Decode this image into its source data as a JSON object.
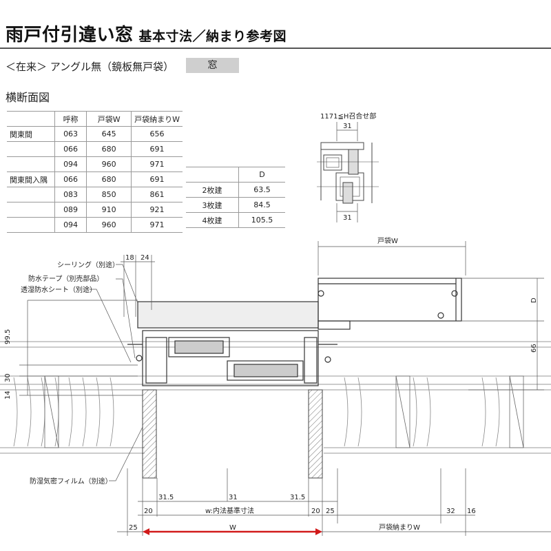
{
  "title": {
    "main": "雨戸付引違い窓",
    "sub": "基本寸法／納まり参考図"
  },
  "type_line": "＜在来＞ アングル無（鏡板無戸袋）",
  "badge": "窓",
  "section_title": "横断面図",
  "size_table": {
    "headers": [
      "",
      "呼称",
      "戸袋W",
      "戸袋納まりW"
    ],
    "groups": [
      {
        "name": "関東間",
        "rows": [
          [
            "063",
            "645",
            "656"
          ],
          [
            "066",
            "680",
            "691"
          ],
          [
            "094",
            "960",
            "971"
          ]
        ]
      },
      {
        "name": "関東間入隅",
        "rows": [
          [
            "066",
            "680",
            "691"
          ],
          [
            "083",
            "850",
            "861"
          ],
          [
            "089",
            "910",
            "921"
          ],
          [
            "094",
            "960",
            "971"
          ]
        ]
      }
    ]
  },
  "d_table": {
    "header": "D",
    "rows": [
      [
        "2枚建",
        "63.5"
      ],
      [
        "3枚建",
        "84.5"
      ],
      [
        "4枚建",
        "105.5"
      ]
    ]
  },
  "inset": {
    "caption": "1171≦H召合せ部",
    "top_dim": "31",
    "bottom_dim": "31"
  },
  "callouts": [
    "シーリング（別途）",
    "防水テープ（別売部品）",
    "透湿防水シート（別途）",
    "防湿気密フィルム（別途）"
  ],
  "dims": {
    "top_left": [
      "18",
      "24"
    ],
    "left_vertical": [
      "99.5",
      "30",
      "14"
    ],
    "right_vertical": [
      "D",
      "66"
    ],
    "top_right": "戸袋W",
    "bottom_row1": [
      "31.5",
      "31",
      "31.5"
    ],
    "bottom_row2": [
      "20",
      "w:内法基準寸法",
      "20",
      "25",
      "32",
      "16"
    ],
    "bottom_row3": [
      "25",
      "W",
      "戸袋納まりW"
    ]
  },
  "colors": {
    "arrow_red": "#d11a1a",
    "badge_gray": "#cfcfcf",
    "hatch": "#777777"
  }
}
